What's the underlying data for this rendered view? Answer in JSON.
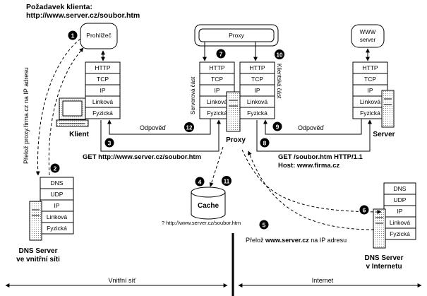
{
  "header": {
    "line1": "Požadavek klienta:",
    "line2": "http://www.server.cz/soubor.htm"
  },
  "layers": {
    "tcpip": [
      "HTTP",
      "TCP",
      "IP",
      "Linková",
      "Fyzická"
    ],
    "dns": [
      "DNS",
      "UDP",
      "IP",
      "Linková",
      "Fyzická"
    ]
  },
  "nodes": {
    "browser": "Prohlížeč",
    "proxy_box": "Proxy",
    "www_server_line1": "WWW",
    "www_server_line2": "server",
    "client": "Klient",
    "server": "Server",
    "proxy": "Proxy",
    "cache": "Cache",
    "dns_internal_line1": "DNS Server",
    "dns_internal_line2": "ve vnitřní síti",
    "dns_internet_line1": "DNS Server",
    "dns_internet_line2": "v Internetu"
  },
  "labels": {
    "server_part": "Serverová část",
    "client_part": "Klientská část",
    "response_left": "Odpověď",
    "response_right": "Odpověď",
    "get_left": "GET  http://www.server.cz/soubor.htm",
    "get_right_line1": "GET  /soubor.htm  HTTP/1.1",
    "get_right_line2": "Host:   www.firma.cz",
    "cache_key": "? http://www.server.cz/soubor.htm",
    "resolve_proxy": "Přelož proxy.firma.cz na IP adresu",
    "resolve_server_prefix": "Přelož ",
    "resolve_server_host": "www.server.cz",
    "resolve_server_suffix": " na IP adresu",
    "zone_internal": "Vnitřní síť",
    "zone_internet": "Internet"
  },
  "steps": [
    "1",
    "2",
    "3",
    "4",
    "5",
    "6",
    "7",
    "8",
    "9",
    "10",
    "11",
    "12"
  ]
}
